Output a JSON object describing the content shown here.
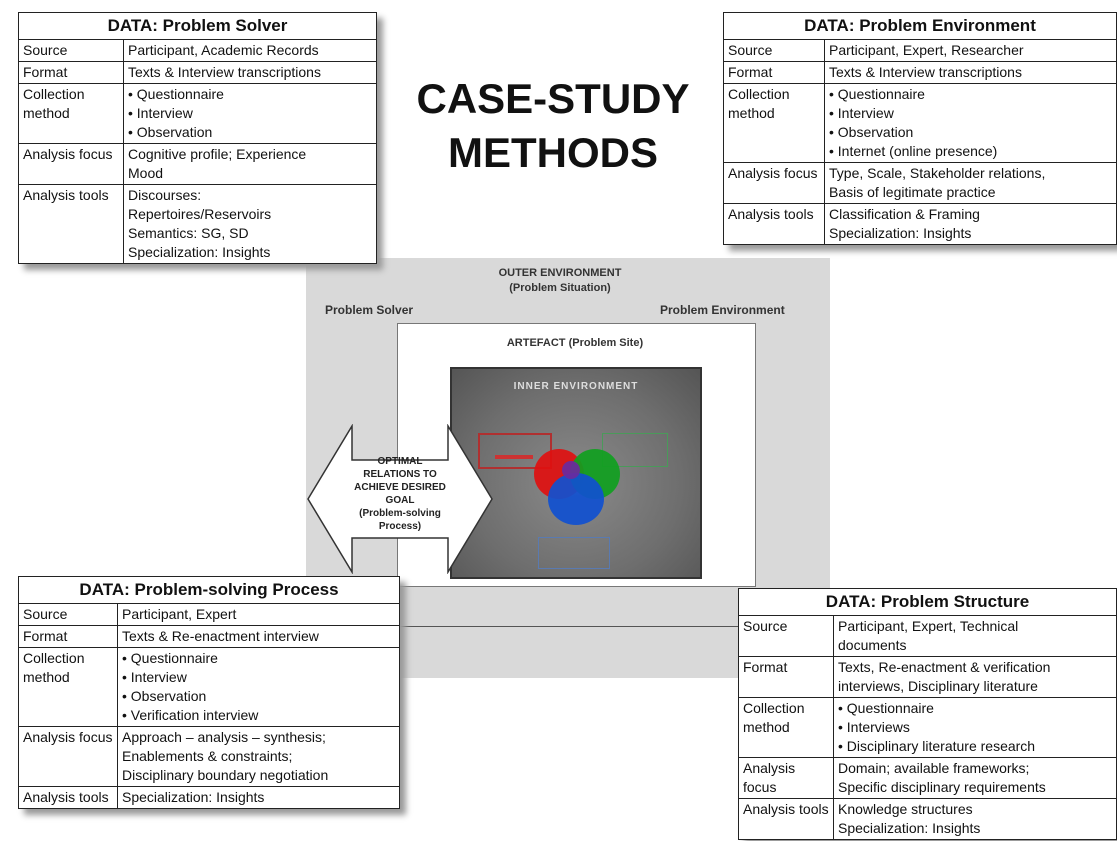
{
  "headline": {
    "line1": "CASE-STUDY",
    "line2": "METHODS"
  },
  "diagram": {
    "outer_environment": "OUTER ENVIRONMENT",
    "outer_environment_sub": "(Problem Situation)",
    "problem_solver_label": "Problem Solver",
    "problem_environment_label": "Problem Environment",
    "artefact_label": "ARTEFACT (Problem Site)",
    "inner_environment": "INNER ENVIRONMENT",
    "arrow_text": [
      "OPTIMAL",
      "RELATIONS TO",
      "ACHIEVE DESIRED",
      "GOAL",
      "(Problem-solving",
      "Process)"
    ]
  },
  "tables": {
    "solver": {
      "title": "DATA: Problem Solver",
      "rows": [
        {
          "key": "Source",
          "value": [
            "Participant, Academic Records"
          ]
        },
        {
          "key": "Format",
          "value": [
            "Texts & Interview transcriptions"
          ]
        },
        {
          "key": "Collection method",
          "bullets": [
            "Questionnaire",
            "Interview",
            "Observation"
          ]
        },
        {
          "key": "Analysis focus",
          "value": [
            "Cognitive profile; Experience",
            "Mood"
          ]
        },
        {
          "key": "Analysis tools",
          "value": [
            "Discourses:",
            "Repertoires/Reservoirs",
            "Semantics: SG, SD",
            "Specialization: Insights"
          ]
        }
      ]
    },
    "environment": {
      "title": "DATA: Problem Environment",
      "rows": [
        {
          "key": "Source",
          "value": [
            "Participant, Expert, Researcher"
          ]
        },
        {
          "key": "Format",
          "value": [
            "Texts & Interview transcriptions"
          ]
        },
        {
          "key": "Collection method",
          "bullets": [
            "Questionnaire",
            "Interview",
            "Observation",
            "Internet (online presence)"
          ]
        },
        {
          "key": "Analysis focus",
          "value": [
            "Type, Scale, Stakeholder relations,",
            "Basis of legitimate practice"
          ]
        },
        {
          "key": "Analysis tools",
          "value": [
            "Classification & Framing",
            "Specialization: Insights"
          ]
        }
      ]
    },
    "process": {
      "title": "DATA: Problem-solving Process",
      "rows": [
        {
          "key": "Source",
          "value": [
            "Participant, Expert"
          ]
        },
        {
          "key": "Format",
          "value": [
            "Texts & Re-enactment interview"
          ]
        },
        {
          "key": "Collection method",
          "bullets": [
            "Questionnaire",
            "Interview",
            "Observation",
            "Verification interview"
          ]
        },
        {
          "key": "Analysis focus",
          "value": [
            "Approach – analysis – synthesis;",
            "Enablements & constraints;",
            "Disciplinary boundary negotiation"
          ]
        },
        {
          "key": "Analysis tools",
          "value": [
            "Specialization: Insights"
          ]
        }
      ]
    },
    "structure": {
      "title": "DATA: Problem Structure",
      "rows": [
        {
          "key": "Source",
          "value": [
            "Participant, Expert, Technical",
            "documents"
          ]
        },
        {
          "key": "Format",
          "value": [
            "Texts, Re-enactment & verification",
            "interviews, Disciplinary literature"
          ]
        },
        {
          "key": "Collection method",
          "bullets": [
            "Questionnaire",
            "Interviews",
            "Disciplinary literature research"
          ]
        },
        {
          "key": "Analysis focus",
          "value": [
            "Domain; available frameworks;",
            "Specific disciplinary requirements"
          ]
        },
        {
          "key": "Analysis tools",
          "value": [
            "Knowledge structures",
            "Specialization: Insights"
          ]
        }
      ]
    }
  }
}
